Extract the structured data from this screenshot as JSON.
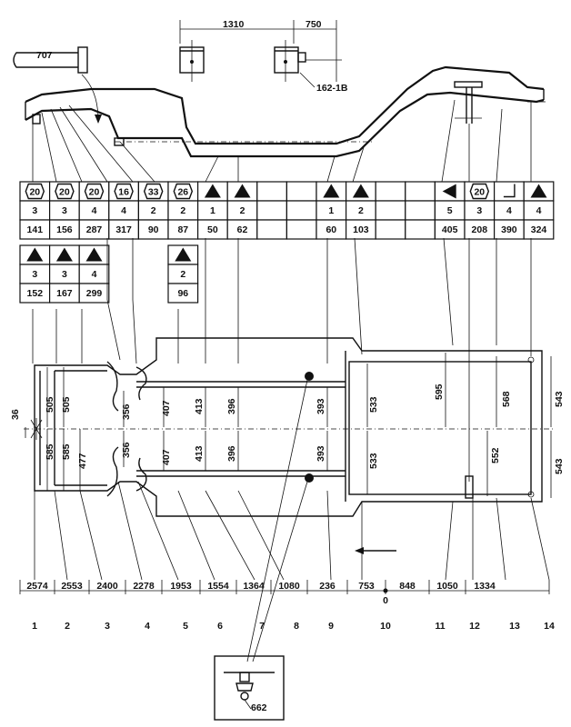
{
  "top_dims": {
    "width_1310": "1310",
    "offset_750": "750",
    "bracket_label": "162-1B",
    "hook_label": "707"
  },
  "table_top": {
    "columns": [
      {
        "symbol": "20",
        "type": "hex",
        "count": "3",
        "value": "141"
      },
      {
        "symbol": "20",
        "type": "hex",
        "count": "3",
        "value": "156"
      },
      {
        "symbol": "20",
        "type": "hex",
        "count": "4",
        "value": "287"
      },
      {
        "symbol": "16",
        "type": "hex",
        "count": "4",
        "value": "317"
      },
      {
        "symbol": "33",
        "type": "hex",
        "count": "2",
        "value": "90"
      },
      {
        "symbol": "26",
        "type": "hex",
        "count": "2",
        "value": "87"
      },
      {
        "symbol": "",
        "type": "triangle",
        "count": "1",
        "value": "50"
      },
      {
        "symbol": "",
        "type": "triangle",
        "count": "2",
        "value": "62"
      },
      {
        "symbol": "",
        "type": "empty",
        "count": "",
        "value": ""
      },
      {
        "symbol": "",
        "type": "empty",
        "count": "",
        "value": ""
      },
      {
        "symbol": "",
        "type": "triangle",
        "count": "1",
        "value": "60"
      },
      {
        "symbol": "",
        "type": "triangle",
        "count": "2",
        "value": "103"
      },
      {
        "symbol": "",
        "type": "empty",
        "count": "",
        "value": ""
      },
      {
        "symbol": "",
        "type": "empty",
        "count": "",
        "value": ""
      },
      {
        "symbol": "",
        "type": "triangle-left",
        "count": "5",
        "value": "405"
      },
      {
        "symbol": "20",
        "type": "hex",
        "count": "3",
        "value": "208"
      },
      {
        "symbol": "",
        "type": "corner",
        "count": "4",
        "value": "390"
      },
      {
        "symbol": "",
        "type": "triangle",
        "count": "4",
        "value": "324"
      }
    ]
  },
  "table_sub_a": [
    {
      "count": "3",
      "value": "152"
    },
    {
      "count": "3",
      "value": "167"
    },
    {
      "count": "4",
      "value": "299"
    }
  ],
  "table_sub_b": {
    "count": "2",
    "value": "96"
  },
  "plan_dims": {
    "d36": "36",
    "d505a": "505",
    "d505b": "505",
    "d585a": "585",
    "d585b": "585",
    "d477": "477",
    "d356a": "356",
    "d356b": "356",
    "d407a": "407",
    "d407b": "407",
    "d413a": "413",
    "d413b": "413",
    "d396a": "396",
    "d396b": "396",
    "d393a": "393",
    "d393b": "393",
    "d533a": "533",
    "d533b": "533",
    "d595": "595",
    "d568": "568",
    "d552": "552",
    "d543a": "543",
    "d543b": "543"
  },
  "bottom_dims": [
    "2574",
    "2553",
    "2400",
    "2278",
    "1953",
    "1554",
    "1364",
    "1080",
    "236",
    "753",
    "848",
    "1050",
    "1334"
  ],
  "zero_label": "0",
  "positions": [
    "1",
    "2",
    "3",
    "4",
    "5",
    "6",
    "7",
    "8",
    "9",
    "10",
    "11",
    "12",
    "13",
    "14"
  ],
  "detail_label": "662"
}
